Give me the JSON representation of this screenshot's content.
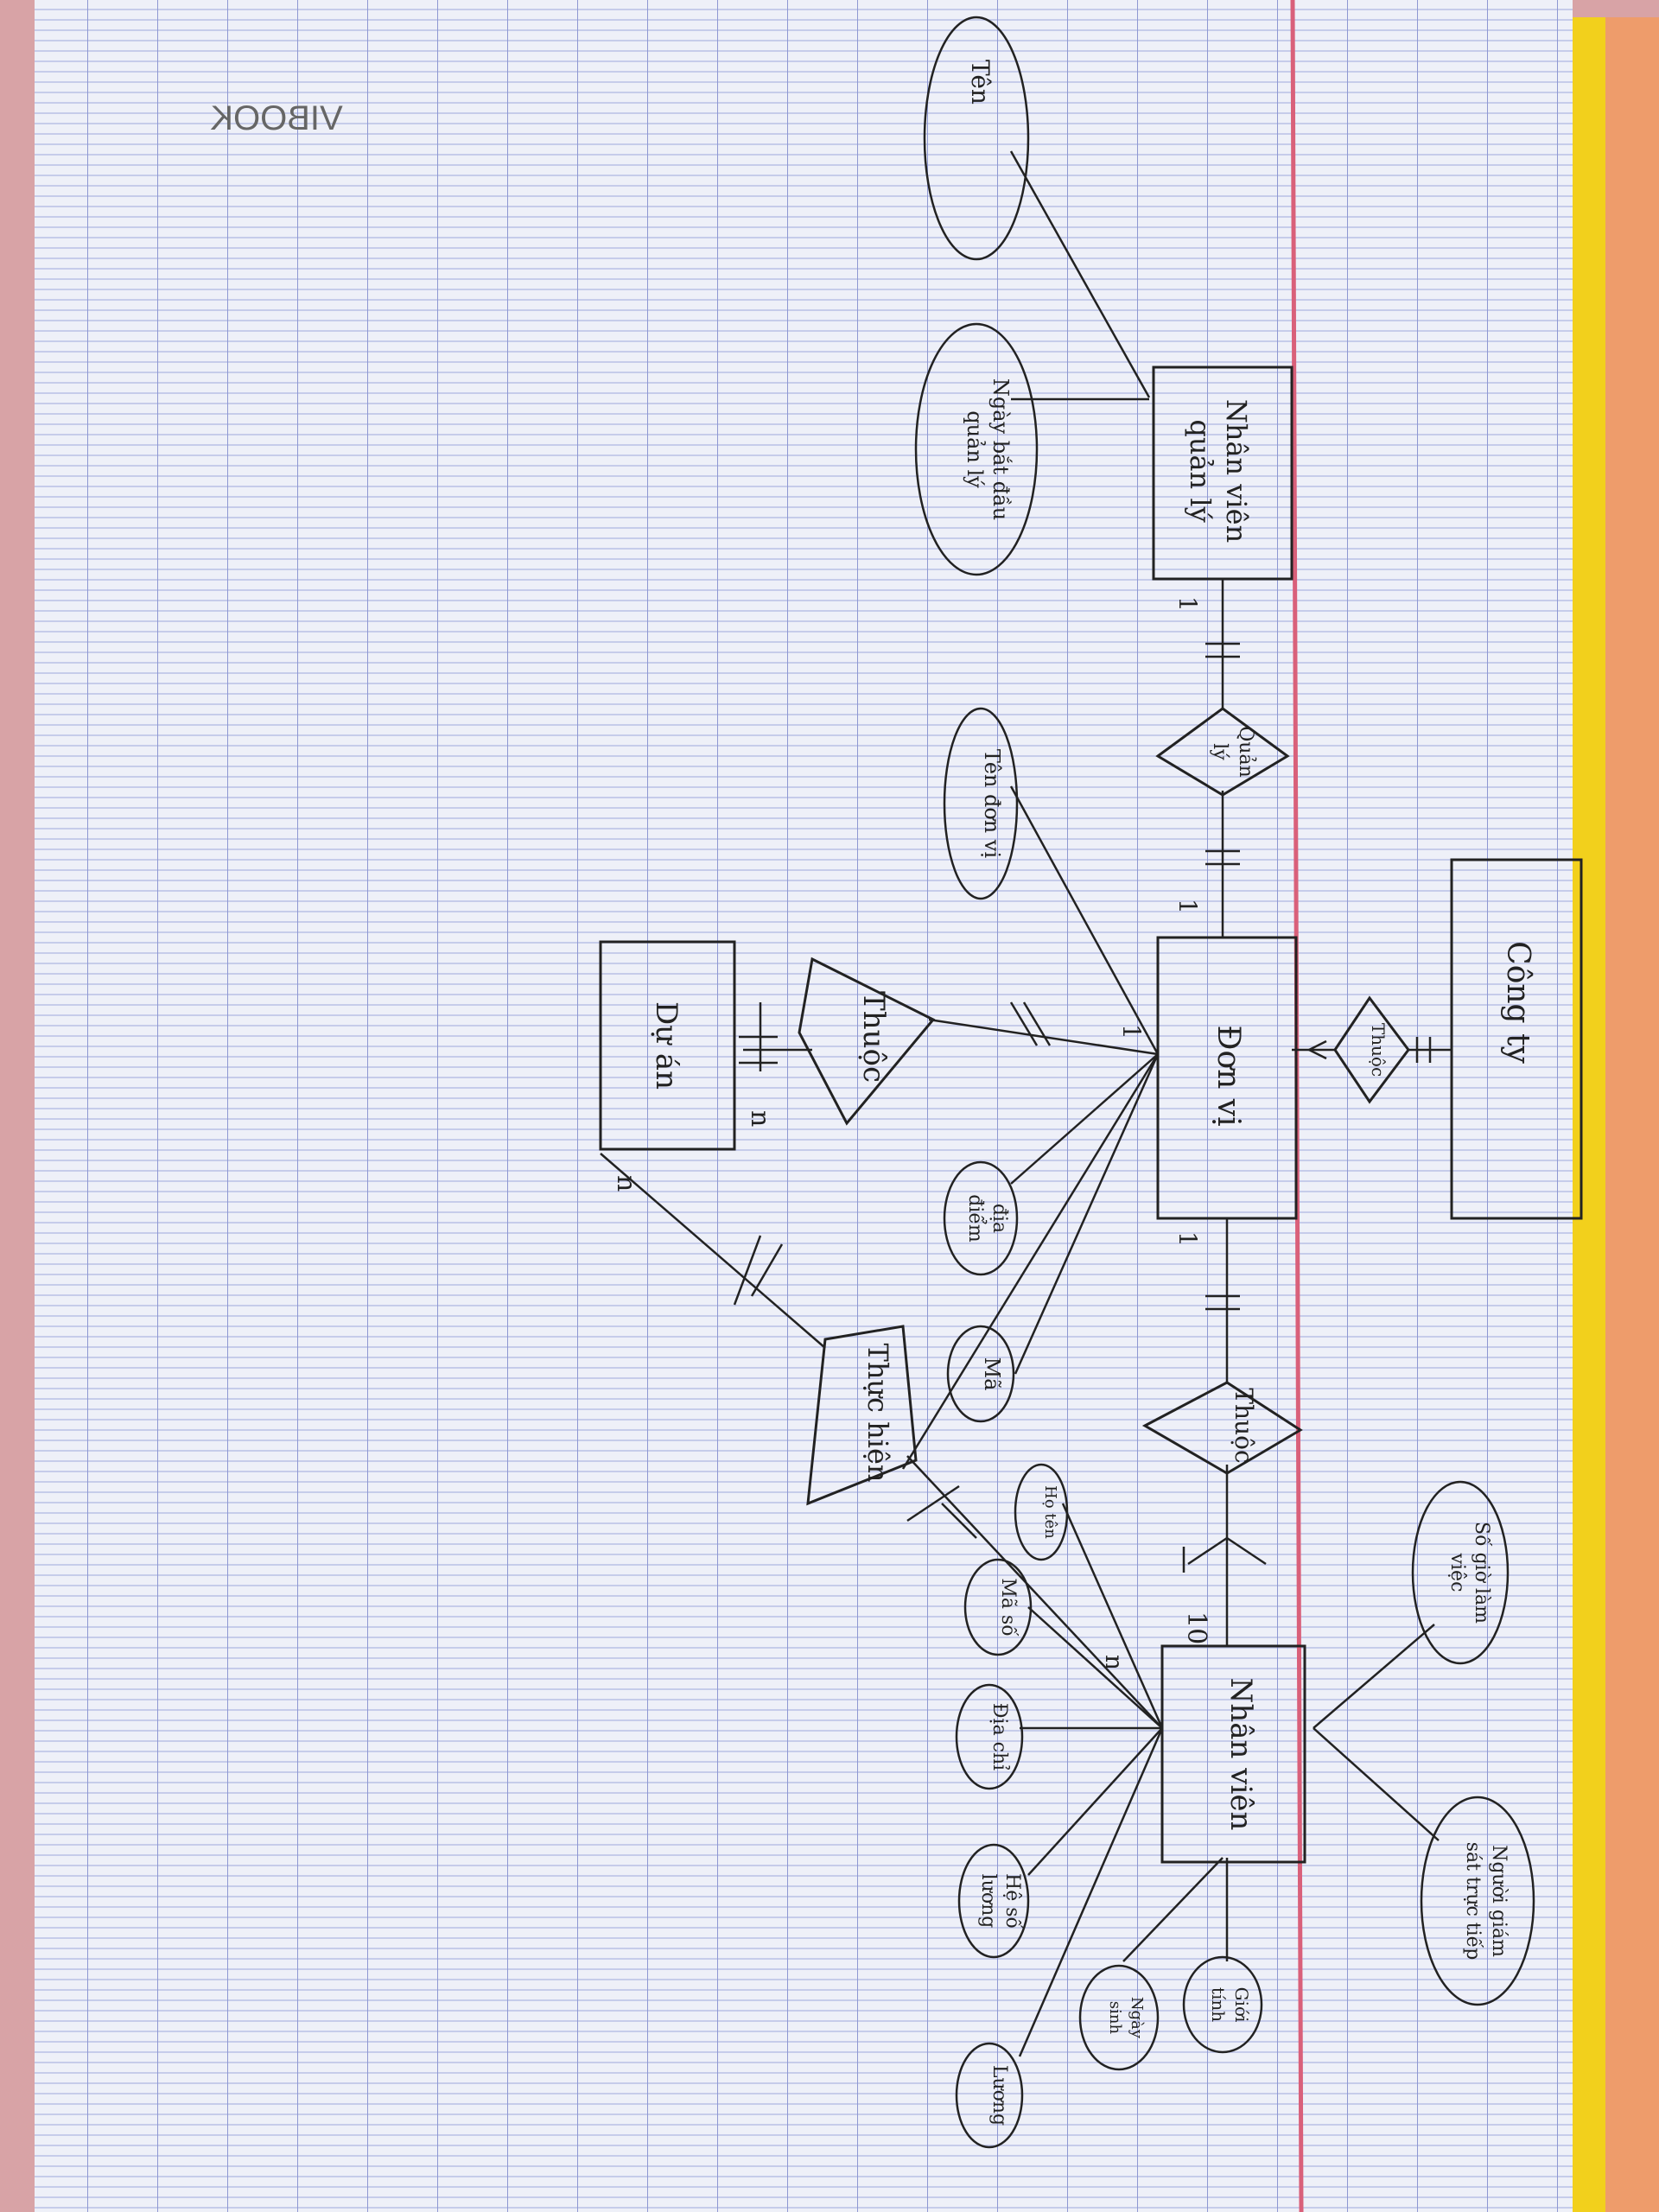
{
  "brand": "VIBOOK",
  "entities": {
    "nhan_vien_quan_ly": {
      "line1": "Nhân viên",
      "line2": "quản lý"
    },
    "don_vi": "Đơn vị",
    "du_an": "Dự án",
    "cong_ty": "Công ty",
    "nhan_vien": "Nhân viên"
  },
  "relationships": {
    "quan_ly": {
      "line1": "Quản",
      "line2": "lý"
    },
    "thuoc_du_an": "Thuộc",
    "thuoc_cong_ty": "Thuộc",
    "thuoc_nhan_vien": "Thuộc",
    "thuc_hien": "Thực hiện"
  },
  "attributes": {
    "ten": "Tên",
    "ngay_bat_dau": {
      "line1": "Ngày bắt đầu",
      "line2": "quản lý"
    },
    "ten_don_vi": "Tên đơn vị",
    "dia_diem": {
      "line1": "địa",
      "line2": "điểm"
    },
    "ma": "Mã",
    "ho_ten": "Họ tên",
    "ma_so": "Mã số",
    "dia_chi": "Địa chỉ",
    "he_so_luong": {
      "line1": "Hệ số",
      "line2": "lương"
    },
    "luong": "Lương",
    "ngay_sinh": {
      "line1": "Ngày",
      "line2": "sinh"
    },
    "gioi_tinh": {
      "line1": "Giới",
      "line2": "tính"
    },
    "so_gio_lam_viec": {
      "line1": "Số giờ làm",
      "line2": "việc"
    },
    "nguoi_giam_sat": {
      "line1": "Người giám",
      "line2": "sát trực tiếp"
    }
  },
  "cardinalities": {
    "nvql_side": "1",
    "donvi_top": "1",
    "donvi_project": "1",
    "donvi_bottom": "1",
    "duan_n1": "n",
    "duan_n2": "n",
    "nhanvien_10": "10",
    "nhanvien_n": "n"
  },
  "colors": {
    "paper": "#eef0f8",
    "grid_blue": "#9aa3d6",
    "margin_red": "#d9607a",
    "ink": "#222222",
    "cover_orange": "#f0a070",
    "cover_yellow": "#f3d21f"
  }
}
